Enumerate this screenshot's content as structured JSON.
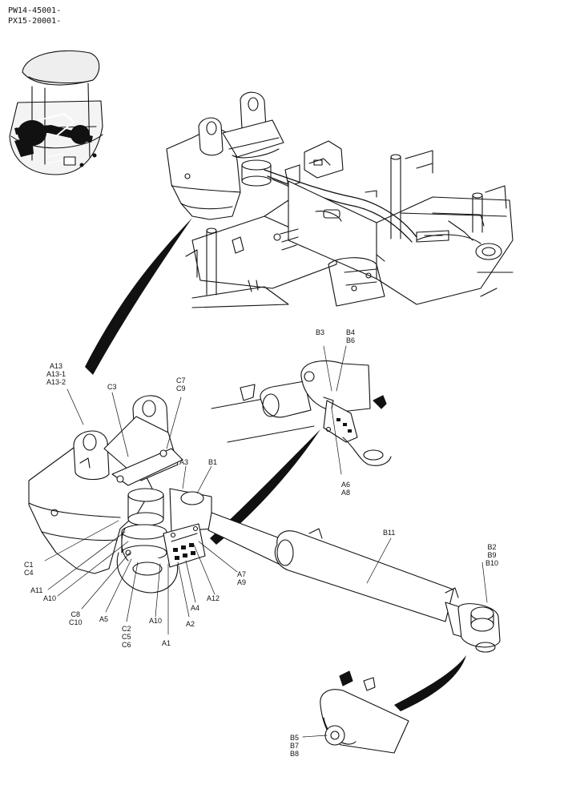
{
  "header": {
    "line1": "PW14-45001-",
    "line2": "PX15-20001-"
  },
  "labels": {
    "a13": [
      "A13",
      "A13-1",
      "A13-2"
    ],
    "c3": "C3",
    "c7": [
      "C7",
      "C9"
    ],
    "a3": "A3",
    "b1": "B1",
    "b3": "B3",
    "b4": [
      "B4",
      "B6"
    ],
    "a6": [
      "A6",
      "A8"
    ],
    "b11": "B11",
    "b2": [
      "B2",
      "B9",
      "B10"
    ],
    "c1": [
      "C1",
      "C4"
    ],
    "a11": "A11",
    "a10_left": "A10",
    "c8": [
      "C8",
      "C10"
    ],
    "a5": "A5",
    "c2": [
      "C2",
      "C5",
      "C6"
    ],
    "a10_mid": "A10",
    "a1": "A1",
    "a2": "A2",
    "a4": "A4",
    "a12": "A12",
    "a7": [
      "A7",
      "A9"
    ],
    "b5": [
      "B5",
      "B7",
      "B8"
    ]
  }
}
